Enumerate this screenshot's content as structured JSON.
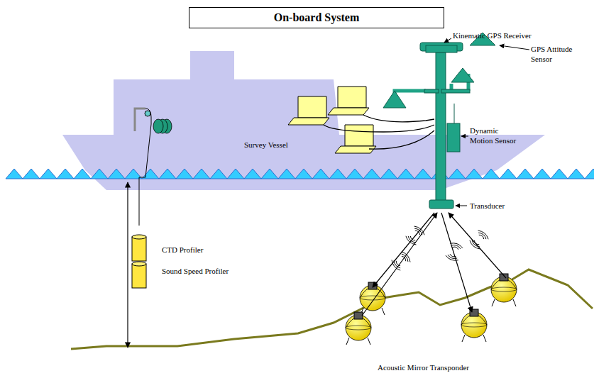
{
  "diagram": {
    "nodes": [
      {
        "text": [
          "On-board System"
        ]
      }
    ],
    "labels": [
      "Kinematic GPS Receiver",
      "GPS Attitude Sensor",
      "Survey Vessel",
      "Dynamic Motion Sensor",
      "Transducer",
      "CTD Profiler",
      "Sound Speed Profiler",
      "Acoustic Mirror Transponder"
    ]
  }
}
